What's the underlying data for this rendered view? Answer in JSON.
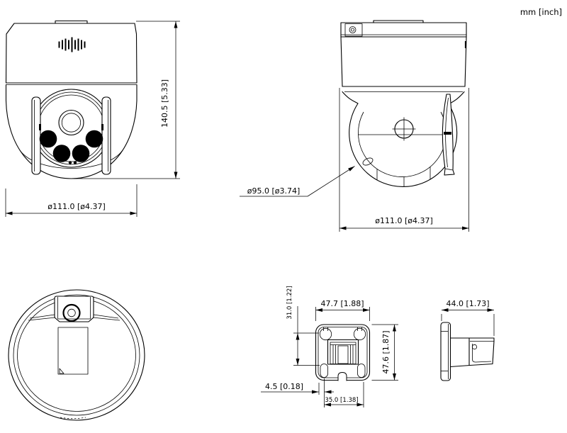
{
  "units_label": "mm [inch]",
  "dims": {
    "front_height": "140.5 [5.33]",
    "front_diameter": "ø111.0 [ø4.37]",
    "side_dome_diameter": "ø95.0 [ø3.74]",
    "side_diameter": "ø111.0 [ø4.37]",
    "bracket_width": "47.7 [1.88]",
    "bracket_hole_spacing": "31.0 [1.22]",
    "bracket_height": "47.6 [1.87]",
    "bracket_edge_offset": "4.5 [0.18]",
    "bracket_slot_spacing": "35.0 [1.38]",
    "bracket_depth": "44.0 [1.73]"
  }
}
